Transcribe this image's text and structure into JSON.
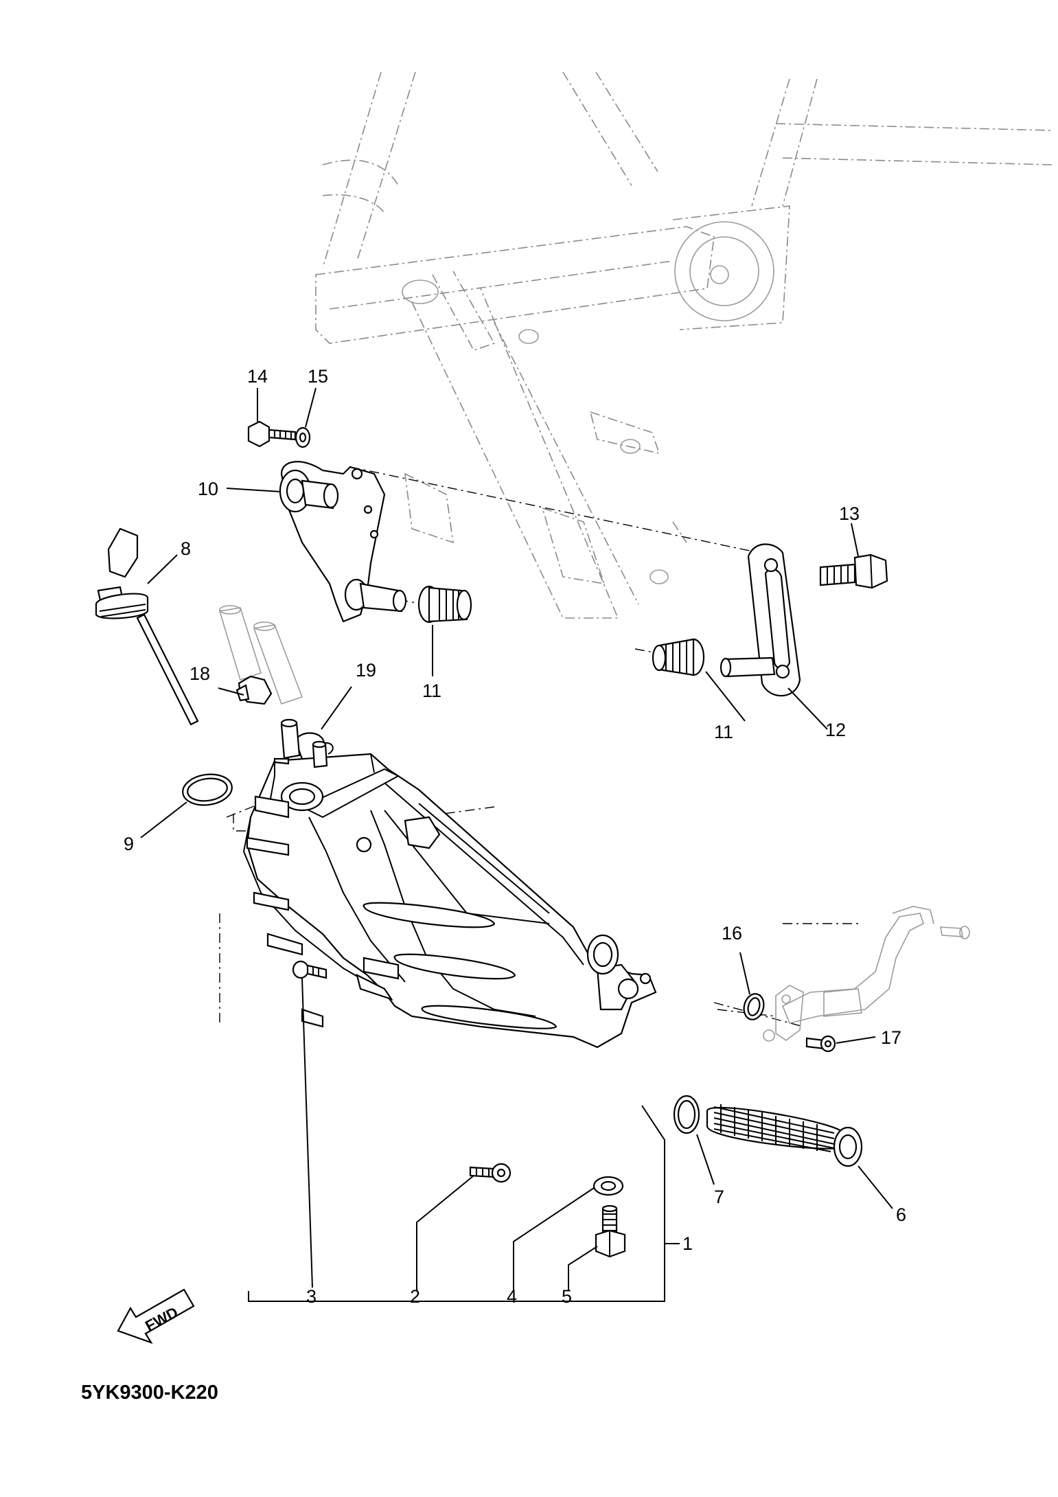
{
  "diagram_code": "5YK9300-K220",
  "fwd_label": "FWD",
  "callouts": {
    "c1": "1",
    "c2": "2",
    "c3": "3",
    "c4": "4",
    "c5": "5",
    "c6": "6",
    "c7": "7",
    "c8": "8",
    "c9": "9",
    "c10": "10",
    "c11a": "11",
    "c11b": "11",
    "c12": "12",
    "c13": "13",
    "c14": "14",
    "c15": "15",
    "c16": "16",
    "c17": "17",
    "c18": "18",
    "c19": "19"
  }
}
